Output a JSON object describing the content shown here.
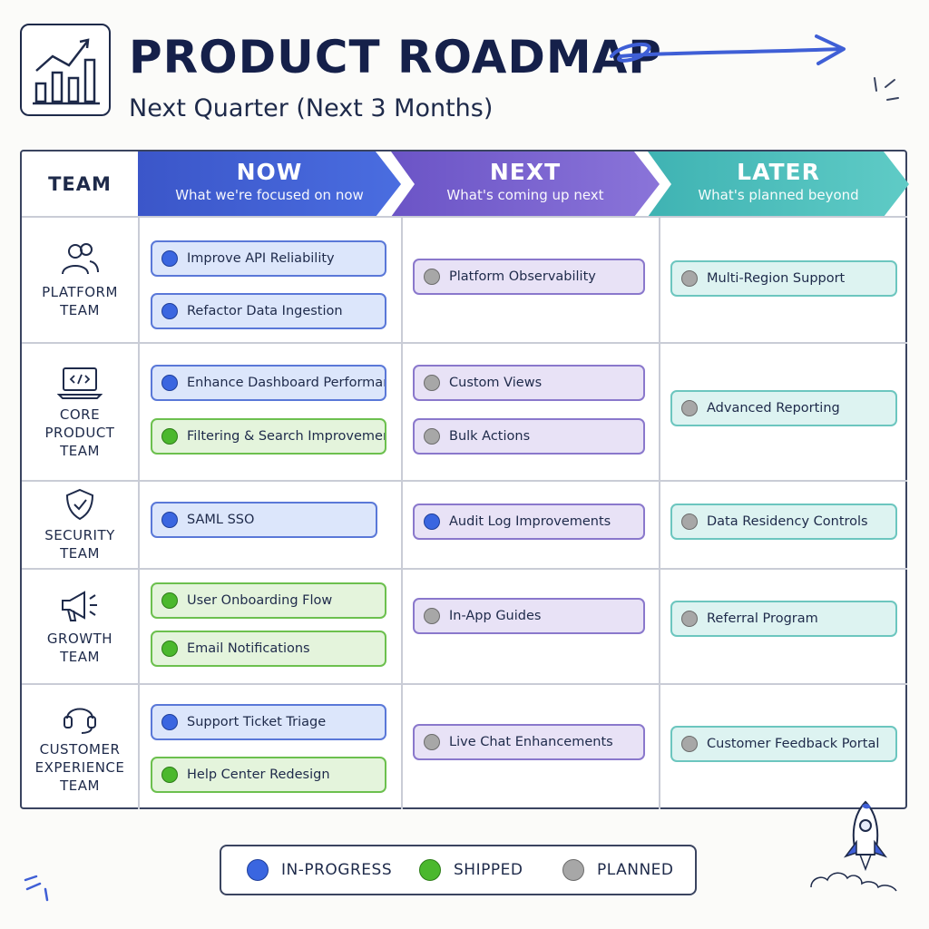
{
  "header": {
    "title": "PRODUCT ROADMAP",
    "subtitle": "Next Quarter (Next 3 Months)"
  },
  "columns": {
    "team": "TEAM",
    "now": {
      "title": "NOW",
      "subtitle": "What we're focused on now"
    },
    "next": {
      "title": "NEXT",
      "subtitle": "What's coming up next"
    },
    "later": {
      "title": "LATER",
      "subtitle": "What's planned beyond"
    }
  },
  "teams": [
    {
      "name": "PLATFORM\nTEAM",
      "icon": "users-icon"
    },
    {
      "name": "CORE\nPRODUCT\nTEAM",
      "icon": "laptop-code-icon"
    },
    {
      "name": "SECURITY\nTEAM",
      "icon": "shield-icon"
    },
    {
      "name": "GROWTH\nTEAM",
      "icon": "megaphone-icon"
    },
    {
      "name": "CUSTOMER\nEXPERIENCE\nTEAM",
      "icon": "headset-icon"
    }
  ],
  "items": {
    "platform_now_1": "Improve API Reliability",
    "platform_now_2": "Refactor Data Ingestion",
    "platform_next_1": "Platform Observability",
    "platform_later_1": "Multi-Region Support",
    "core_now_1": "Enhance Dashboard Performance",
    "core_now_2": "Filtering & Search Improvements",
    "core_next_1": "Custom Views",
    "core_next_2": "Bulk Actions",
    "core_later_1": "Advanced Reporting",
    "security_now_1": "SAML SSO",
    "security_next_1": "Audit Log Improvements",
    "security_later_1": "Data Residency Controls",
    "growth_now_1": "User Onboarding Flow",
    "growth_now_2": "Email Notifications",
    "growth_next_1": "In-App Guides",
    "growth_later_1": "Referral Program",
    "cx_now_1": "Support Ticket Triage",
    "cx_now_2": "Help Center Redesign",
    "cx_next_1": "Live Chat Enhancements",
    "cx_later_1": "Customer Feedback Portal"
  },
  "legend": {
    "in_progress": "IN-PROGRESS",
    "shipped": "SHIPPED",
    "planned": "PLANNED"
  },
  "colors": {
    "in_progress": "#3a66e0",
    "shipped": "#4bb82d",
    "planned": "#a7a7a7",
    "now": "#3b56c9",
    "next": "#6b54c6",
    "later": "#3fb3b3"
  }
}
